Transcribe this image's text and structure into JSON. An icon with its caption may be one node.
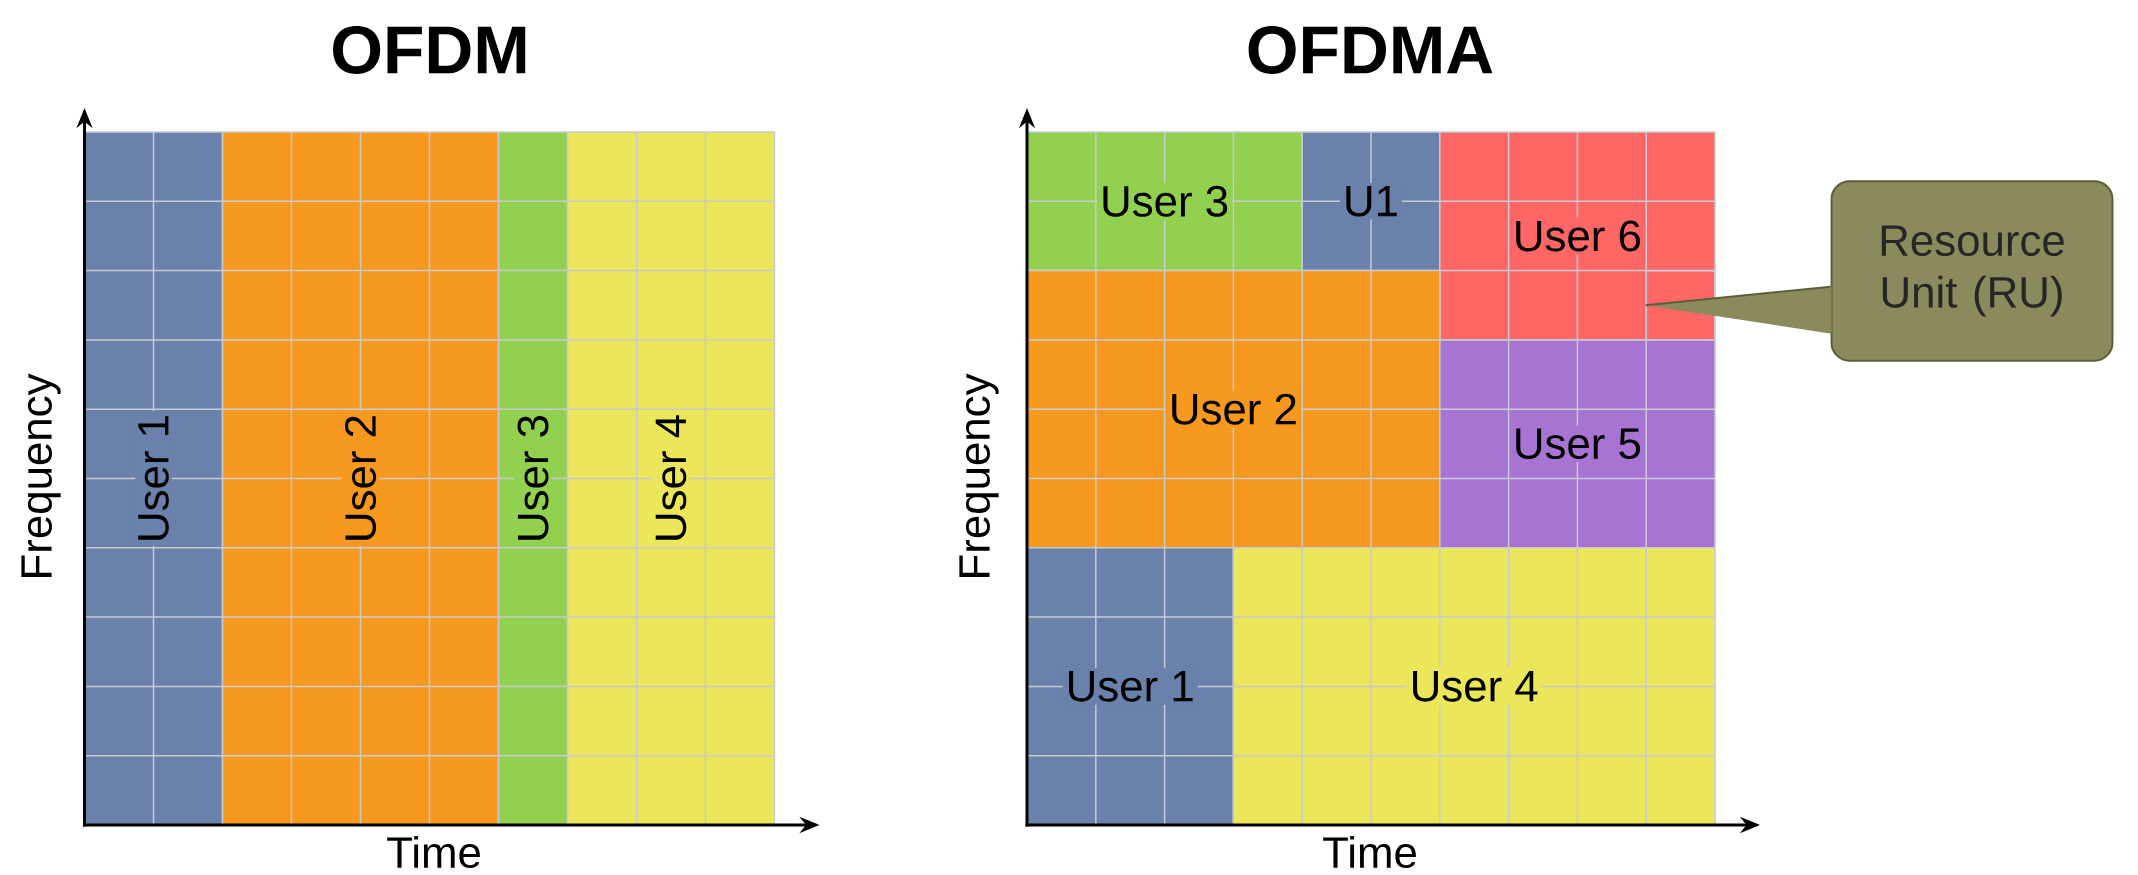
{
  "diagram": {
    "nodes": [
      {
        "text": [
          "User 1"
        ]
      },
      {
        "text": [
          "User 2"
        ]
      },
      {
        "text": [
          "User 3"
        ]
      },
      {
        "text": [
          "User 4"
        ]
      },
      {
        "text": [
          "User 3"
        ]
      },
      {
        "text": [
          "U1"
        ]
      },
      {
        "text": [
          "User 6"
        ]
      },
      {
        "text": [
          "User 2"
        ]
      },
      {
        "text": [
          "User 5"
        ]
      },
      {
        "text": [
          "User 1"
        ]
      },
      {
        "text": [
          "User 4"
        ]
      },
      {
        "text": [
          "Resource Unit (RU)"
        ]
      },
      {
        "text": [],
        "shape": "box",
        "in": 6
      }
    ],
    "edges": [
      {
        "from": 11,
        "to": 12,
        "arrow": "none"
      }
    ],
    "labels": [
      "OFDM",
      "Frequency",
      "Time",
      "OFDMA",
      "Frequency",
      "Time"
    ]
  }
}
